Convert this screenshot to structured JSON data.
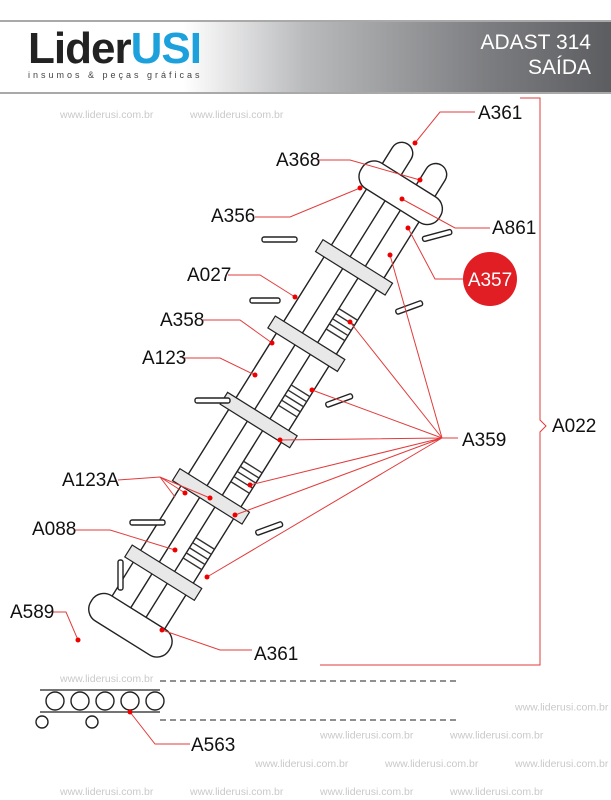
{
  "header": {
    "brand": {
      "name_a": "Lider",
      "name_b": "USI",
      "tagline": "insumos & peças gráficas"
    },
    "title_line1": "ADAST 314",
    "title_line2": "SAÍDA"
  },
  "watermark": "www.liderusi.com.br",
  "colors": {
    "accent": "#e01e24",
    "brand_blue": "#1da1dc",
    "leader": "#e23b3b"
  },
  "labels": {
    "a361_top": "A361",
    "a368": "A368",
    "a356": "A356",
    "a861": "A861",
    "a357": "A357",
    "a027": "A027",
    "a358": "A358",
    "a123": "A123",
    "a359": "A359",
    "a022": "A022",
    "a123a": "A123A",
    "a088": "A088",
    "a589": "A589",
    "a361_bottom": "A361",
    "a563": "A563"
  }
}
